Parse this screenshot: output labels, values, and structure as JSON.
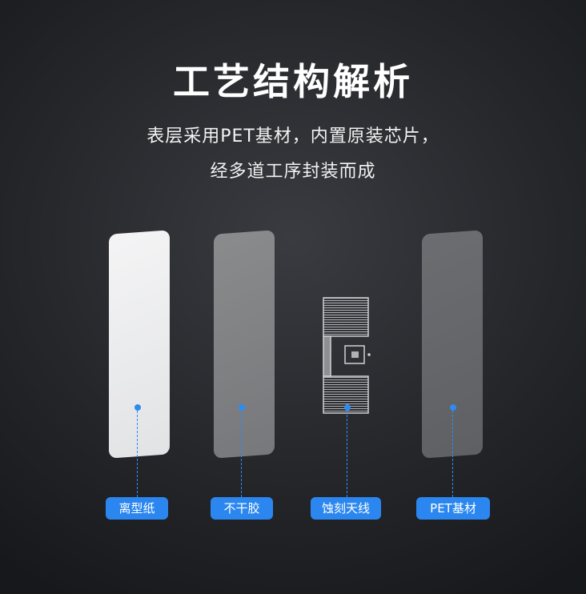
{
  "header": {
    "title": "工艺结构解析",
    "subtitle_line1": "表层采用PET基材，内置原装芯片，",
    "subtitle_line2": "经多道工序封装而成"
  },
  "layers": [
    {
      "label": "离型纸"
    },
    {
      "label": "不干胶"
    },
    {
      "label": "蚀刻天线"
    },
    {
      "label": "PET基材"
    }
  ],
  "colors": {
    "accent": "#2b87ef",
    "background": "#26272b"
  }
}
